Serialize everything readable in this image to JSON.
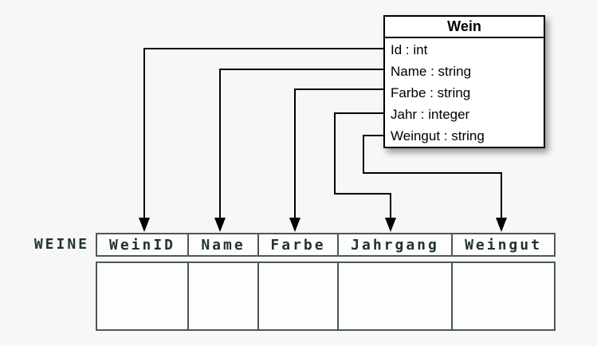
{
  "class_box": {
    "title": "Wein",
    "attributes": [
      "Id : int",
      "Name : string",
      "Farbe : string",
      "Jahr : integer",
      "Weingut : string"
    ]
  },
  "table": {
    "label": "WEINE",
    "columns": [
      "WeinID",
      "Name",
      "Farbe",
      "Jahrgang",
      "Weingut"
    ]
  },
  "mappings": [
    {
      "from": "Id",
      "to": "WeinID"
    },
    {
      "from": "Name",
      "to": "Name"
    },
    {
      "from": "Farbe",
      "to": "Farbe"
    },
    {
      "from": "Jahr",
      "to": "Jahrgang"
    },
    {
      "from": "Weingut",
      "to": "Weingut"
    }
  ],
  "colors": {
    "background": "#f7f7f7",
    "line": "#000000",
    "class_border": "#000000",
    "table_border": "#4a5858",
    "table_text": "#1f3333"
  }
}
